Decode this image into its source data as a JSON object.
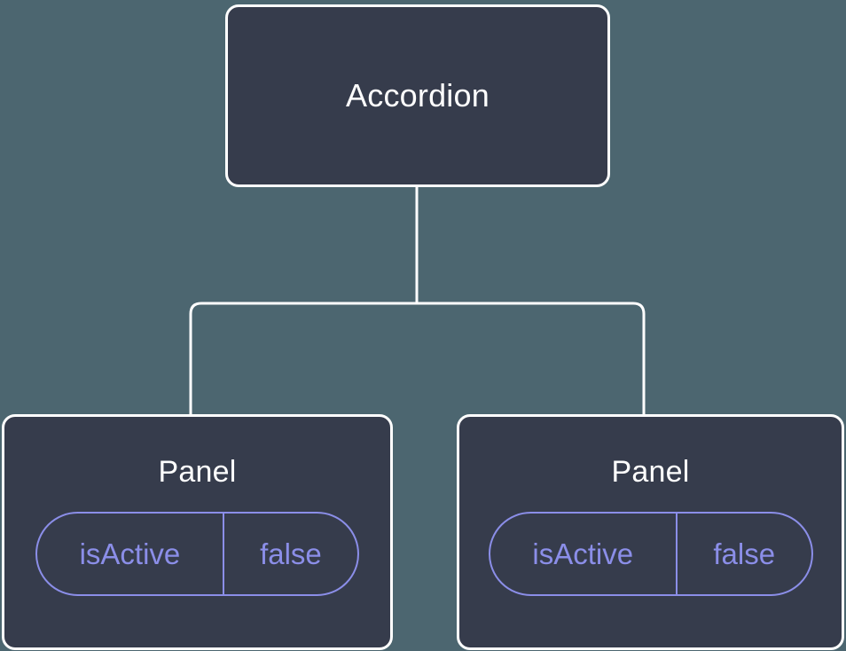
{
  "diagram": {
    "type": "component-tree",
    "background_color": "#4c6670",
    "node_fill_color": "#363c4c",
    "node_border_color": "#ffffff",
    "connector_color": "#ffffff",
    "prop_accent_color": "#8b8ee8",
    "root": {
      "title": "Accordion"
    },
    "children": [
      {
        "title": "Panel",
        "props": [
          {
            "key": "isActive",
            "value": "false"
          }
        ]
      },
      {
        "title": "Panel",
        "props": [
          {
            "key": "isActive",
            "value": "false"
          }
        ]
      }
    ]
  }
}
